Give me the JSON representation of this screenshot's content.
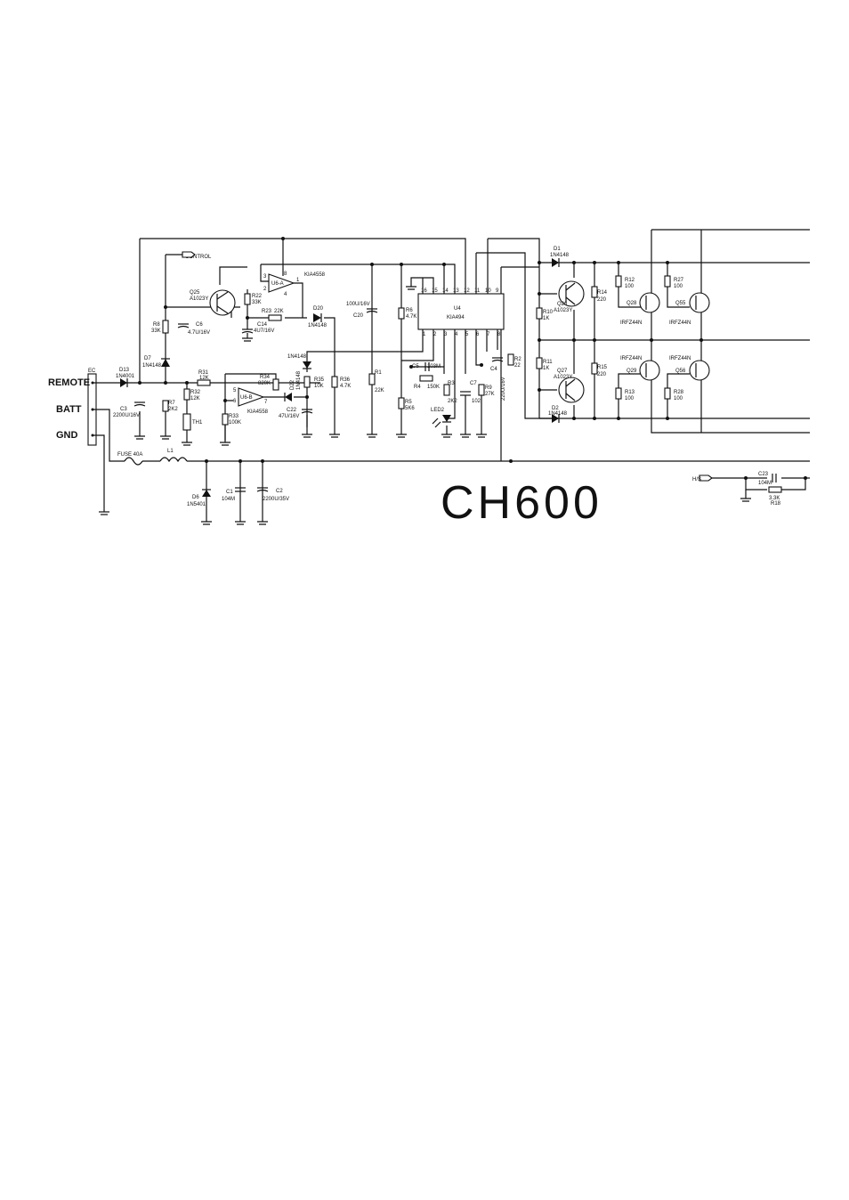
{
  "diagram": {
    "title": "CH600",
    "terminals": {
      "connector": "EC",
      "remote": "REMOTE",
      "batt": "BATT",
      "gnd": "GND"
    },
    "signals": {
      "control": "CONTROL",
      "hs": "H/S"
    },
    "fuse": "FUSE  40A",
    "inductor": "L1",
    "ics": {
      "u4": {
        "ref": "U4",
        "part": "KIA494",
        "pins_top": [
          "16",
          "15",
          "14",
          "13",
          "12",
          "11",
          "10",
          "9"
        ],
        "pins_bottom": [
          "1",
          "2",
          "3",
          "4",
          "5",
          "6",
          "7",
          "8"
        ]
      },
      "u6a": {
        "ref": "U6-A",
        "part": "KIA4558",
        "pins": [
          "3",
          "2",
          "8",
          "4",
          "1"
        ]
      },
      "u6b": {
        "ref": "U6-B",
        "part": "KIA4558",
        "pins": [
          "5",
          "6",
          "7"
        ]
      }
    },
    "transistors": {
      "q25": [
        "Q25",
        "A1023Y"
      ],
      "q26": [
        "Q26",
        "A1023Y"
      ],
      "q27": [
        "Q27",
        "A1023Y"
      ],
      "q28": [
        "Q28",
        "IRFZ44N"
      ],
      "q55": [
        "Q55",
        "IRFZ44N"
      ],
      "q29": [
        "Q29",
        "IRFZ44N"
      ],
      "q56": [
        "Q56",
        "IRFZ44N"
      ]
    },
    "diodes": {
      "d13": [
        "D13",
        "1N4001"
      ],
      "d7": [
        "D7",
        "1N4148"
      ],
      "d20": [
        "D20",
        "1N4148"
      ],
      "d21": "1N4148",
      "d22": [
        "D22",
        "1N4148"
      ],
      "d1": [
        "D1",
        "1N4148"
      ],
      "d2": [
        "D2",
        "1N4148"
      ],
      "d6": [
        "D6",
        "1N5401"
      ],
      "led2": "LED2"
    },
    "resistors": {
      "r8": [
        "R8",
        "33K"
      ],
      "r7": [
        "R7",
        "2K2"
      ],
      "r22": [
        "R22",
        "33K"
      ],
      "r23": [
        "R23",
        "22K"
      ],
      "r31": [
        "R31",
        "12K"
      ],
      "r32": [
        "R32",
        "12K"
      ],
      "r33": [
        "R33",
        "100K"
      ],
      "r34": [
        "R34",
        "820K"
      ],
      "r35": [
        "R35",
        "10K"
      ],
      "r36": [
        "R36",
        "4.7K"
      ],
      "r1": [
        "R1",
        "22K"
      ],
      "r6": [
        "R6",
        "4.7K"
      ],
      "r4": [
        "R4",
        "150K"
      ],
      "r5": [
        "R5",
        "5K6"
      ],
      "r3": [
        "R3",
        "2K2"
      ],
      "r9": [
        "R9",
        "27K"
      ],
      "r2": [
        "R2",
        "22"
      ],
      "r10": [
        "R10",
        "1K"
      ],
      "r11": [
        "R11",
        "1K"
      ],
      "r14": [
        "R14",
        "220"
      ],
      "r15": [
        "R15",
        "220"
      ],
      "r12": [
        "R12",
        "100"
      ],
      "r27": [
        "R27",
        "100"
      ],
      "r13": [
        "R13",
        "100"
      ],
      "r28": [
        "R28",
        "100"
      ],
      "r18": [
        "3.3K",
        "R18"
      ],
      "th1": "TH1"
    },
    "capacitors": {
      "c3": [
        "C3",
        "2200U/16V"
      ],
      "c6": [
        "C6",
        "4.7U/16V"
      ],
      "c14": [
        "C14",
        "4U7/16V"
      ],
      "c22": [
        "C22",
        "47U/16V"
      ],
      "c20": [
        "C20",
        "100U/16V"
      ],
      "c5": [
        "C5",
        "103M"
      ],
      "c7": [
        "C7",
        "102"
      ],
      "c4": [
        "C4",
        "220U/16V"
      ],
      "c1": [
        "C1",
        "104M"
      ],
      "c2": [
        "C2",
        "2200U/35V"
      ],
      "c23": [
        "C23",
        "104M"
      ]
    }
  }
}
